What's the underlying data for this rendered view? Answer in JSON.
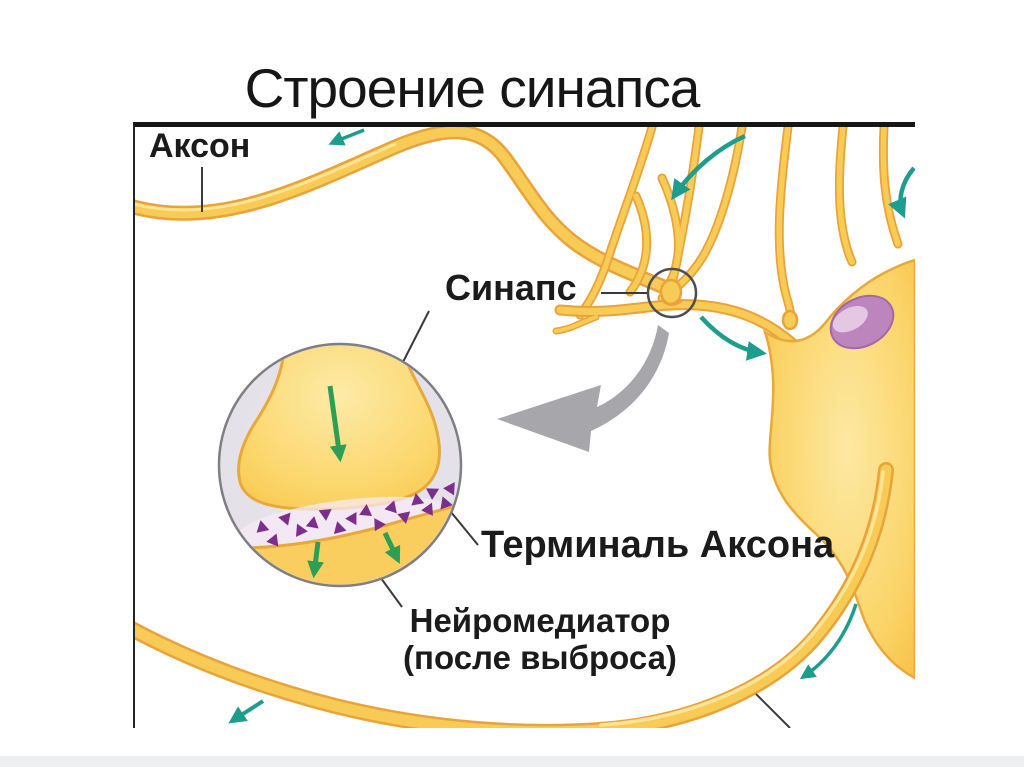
{
  "page": {
    "title": "Строение синапса"
  },
  "diagram": {
    "labels": {
      "axon": "Аксон",
      "synapse": "Синапс",
      "axon_terminal": "Терминаль Аксона",
      "neurotransmitter_line1": "Нейромедиатор",
      "neurotransmitter_line2": "(после выброса)"
    },
    "colors": {
      "axon_fill": "#F8CB57",
      "axon_outline": "#E8A339",
      "axon_highlight": "#FDE79C",
      "soma_fill": "#F9C84E",
      "nucleus": "#BC85BD",
      "nucleus_highlight": "#EBD3EA",
      "signal_arrow_teal": "#1E9C8C",
      "release_arrow_green": "#2E9E55",
      "neurotransmitter_purple": "#7C2E8C",
      "magnifier_arrow_gray": "#A6A6AB",
      "inset_background": "#E7E5EB",
      "inset_ring": "#7E7E84",
      "leader_line": "#3a3a3c",
      "label_text": "#1b1b1b"
    }
  }
}
